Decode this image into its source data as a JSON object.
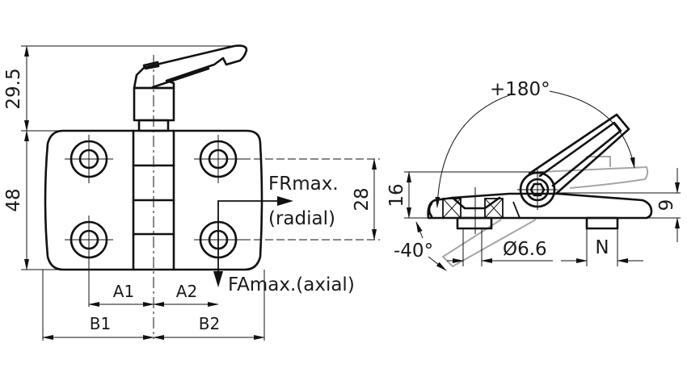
{
  "drawing": {
    "title": "Hinge with clamping lever - dimension drawing",
    "front_view": {
      "dimensions": {
        "height_lever": "29.5",
        "height_body": "48",
        "hole_spacing": "28",
        "a1": "A1",
        "a2": "A2",
        "b1": "B1",
        "b2": "B2"
      },
      "forces": {
        "radial_line1": "FRmax.",
        "radial_line2": "(radial)",
        "axial": "FAmax.(axial)"
      }
    },
    "side_view": {
      "angles": {
        "open": "+180°",
        "closed": "-40°"
      },
      "dimensions": {
        "height": "16",
        "thickness": "9",
        "hole_diameter": "Ø6.6",
        "stud": "N"
      }
    }
  },
  "colors": {
    "line": "#111111",
    "ghost": "#a6a6a6",
    "background": "#ffffff"
  },
  "icons": [
    "arrow-right-icon",
    "arrow-down-icon"
  ]
}
